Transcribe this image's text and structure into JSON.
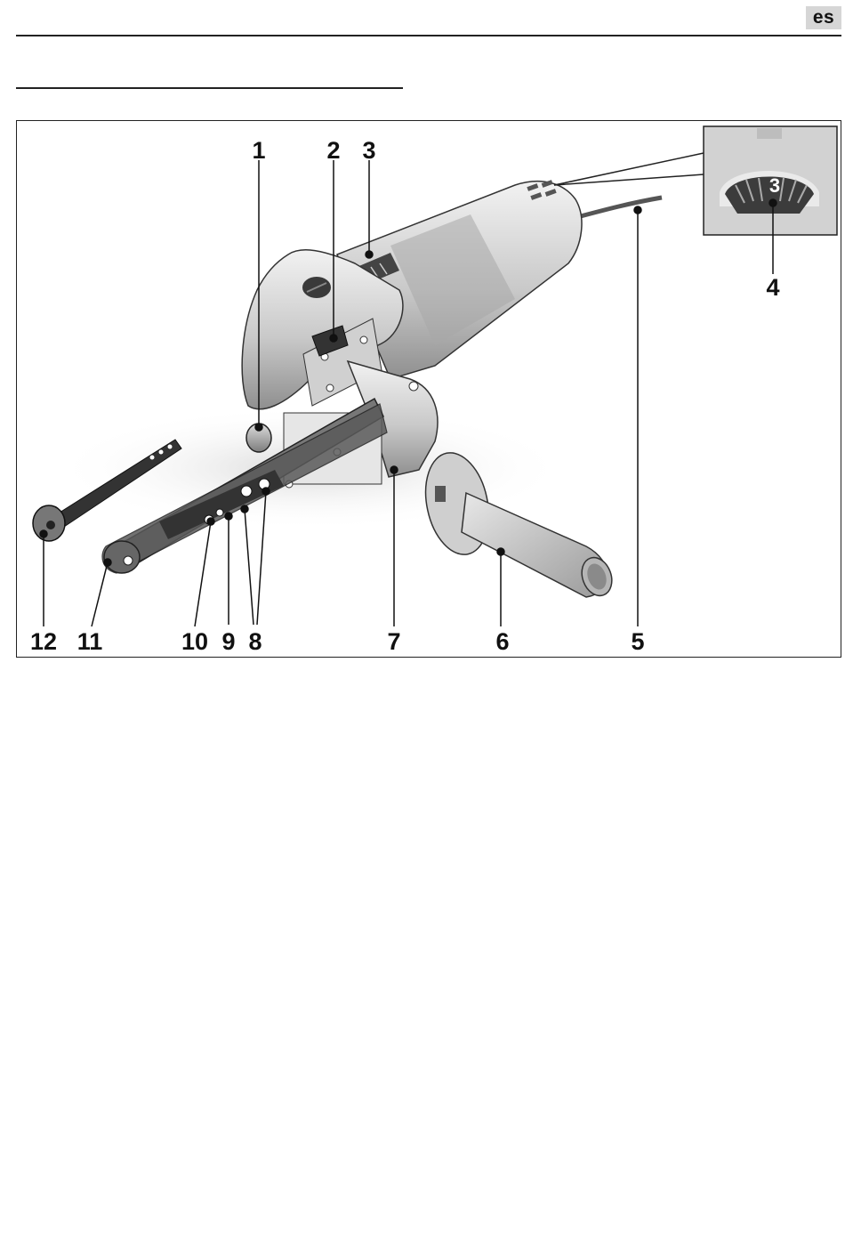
{
  "header": {
    "language_code": "es"
  },
  "figure": {
    "inset_dial_value": "3",
    "callouts": [
      "1",
      "2",
      "3",
      "4",
      "5",
      "6",
      "7",
      "8",
      "9",
      "10",
      "11",
      "12"
    ]
  }
}
